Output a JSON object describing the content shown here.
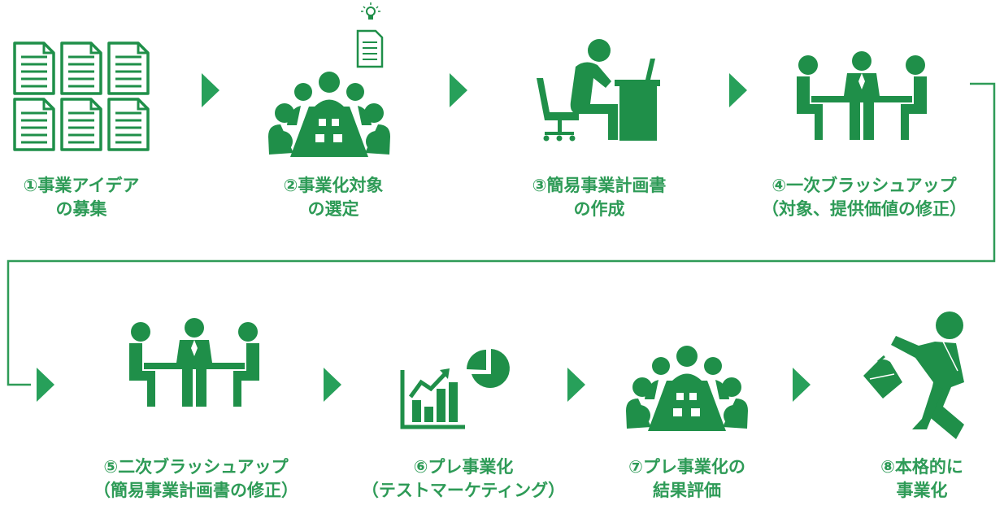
{
  "colors": {
    "primary": "#1f8f49",
    "arrow": "#27a05a",
    "connector": "#2e9b57",
    "text": "#2e9b57"
  },
  "steps": [
    {
      "icon": "documents-icon",
      "line1": "①事業アイデア",
      "line2": "の募集"
    },
    {
      "icon": "meeting-table-icon",
      "line1": "②事業化対象",
      "line2": "の選定"
    },
    {
      "icon": "desk-worker-icon",
      "line1": "③簡易事業計画書",
      "line2": "の作成"
    },
    {
      "icon": "negotiation-table-icon",
      "line1": "④一次ブラッシュアップ",
      "line2": "（対象、提供価値の修正）"
    },
    {
      "icon": "negotiation-table-icon",
      "line1": "⑤二次ブラッシュアップ",
      "line2": "（簡易事業計画書の修正）"
    },
    {
      "icon": "chart-growth-icon",
      "line1": "⑥プレ事業化",
      "line2": "（テストマーケティング）"
    },
    {
      "icon": "meeting-table-icon",
      "line1": "⑦プレ事業化の",
      "line2": "結果評価"
    },
    {
      "icon": "running-businessman-icon",
      "line1": "⑧本格的に",
      "line2": "事業化"
    }
  ]
}
